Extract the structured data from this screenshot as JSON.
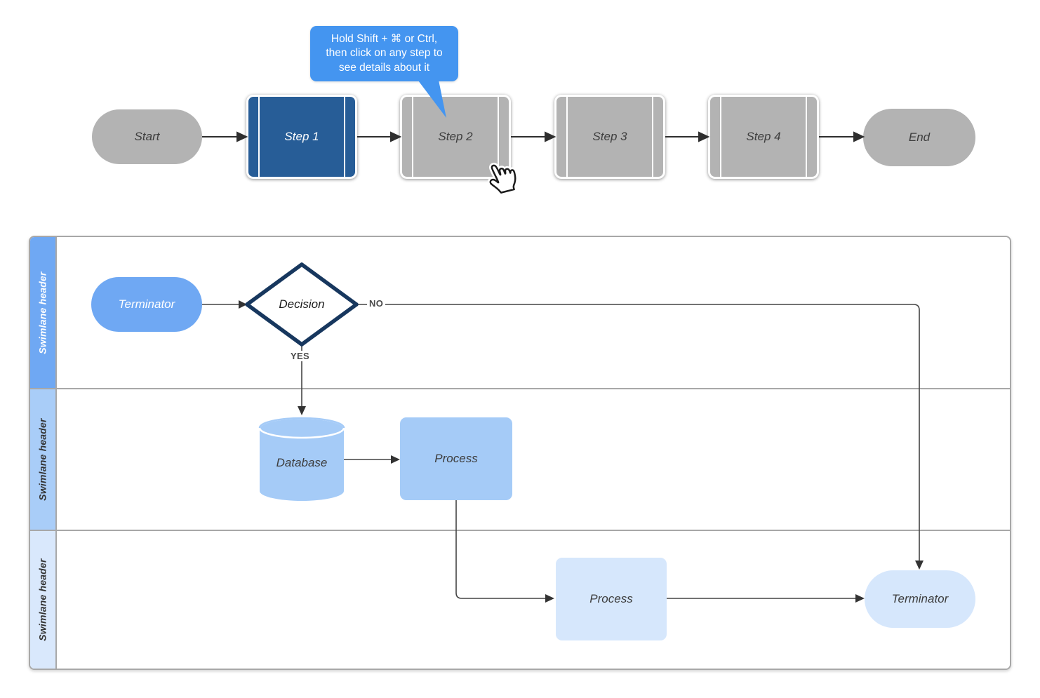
{
  "colors": {
    "active_step_blue": "#275d97",
    "inactive_step_gray": "#b3b3b3",
    "tooltip_blue": "#4495f0",
    "lane1_header_blue": "#6fa8f3",
    "lane2_header_blue": "#a9cdf8",
    "lane3_header_blue": "#d9e8fc",
    "node_mid_blue": "#a5cbf7",
    "node_light_blue": "#d6e7fc",
    "diamond_border_navy": "#17375e",
    "lane_border_gray": "#a8a8a8"
  },
  "top_flow": {
    "start": {
      "label": "Start"
    },
    "steps": [
      {
        "label": "Step 1",
        "state": "active"
      },
      {
        "label": "Step 2",
        "state": "inactive"
      },
      {
        "label": "Step 3",
        "state": "inactive"
      },
      {
        "label": "Step 4",
        "state": "inactive"
      }
    ],
    "end": {
      "label": "End"
    }
  },
  "tooltip": {
    "lines": [
      "Hold Shift + ⌘ or Ctrl,",
      "then click on any step to",
      "see details about it"
    ]
  },
  "swimlanes": {
    "lanes": [
      {
        "header": "Swimlane header"
      },
      {
        "header": "Swimlane header"
      },
      {
        "header": "Swimlane header"
      }
    ]
  },
  "flow": {
    "terminator1": {
      "label": "Terminator"
    },
    "decision": {
      "label": "Decision"
    },
    "branch_no": {
      "label": "NO"
    },
    "branch_yes": {
      "label": "YES"
    },
    "database": {
      "label": "Database"
    },
    "process2": {
      "label": "Process"
    },
    "process3": {
      "label": "Process"
    },
    "terminator3": {
      "label": "Terminator"
    }
  }
}
